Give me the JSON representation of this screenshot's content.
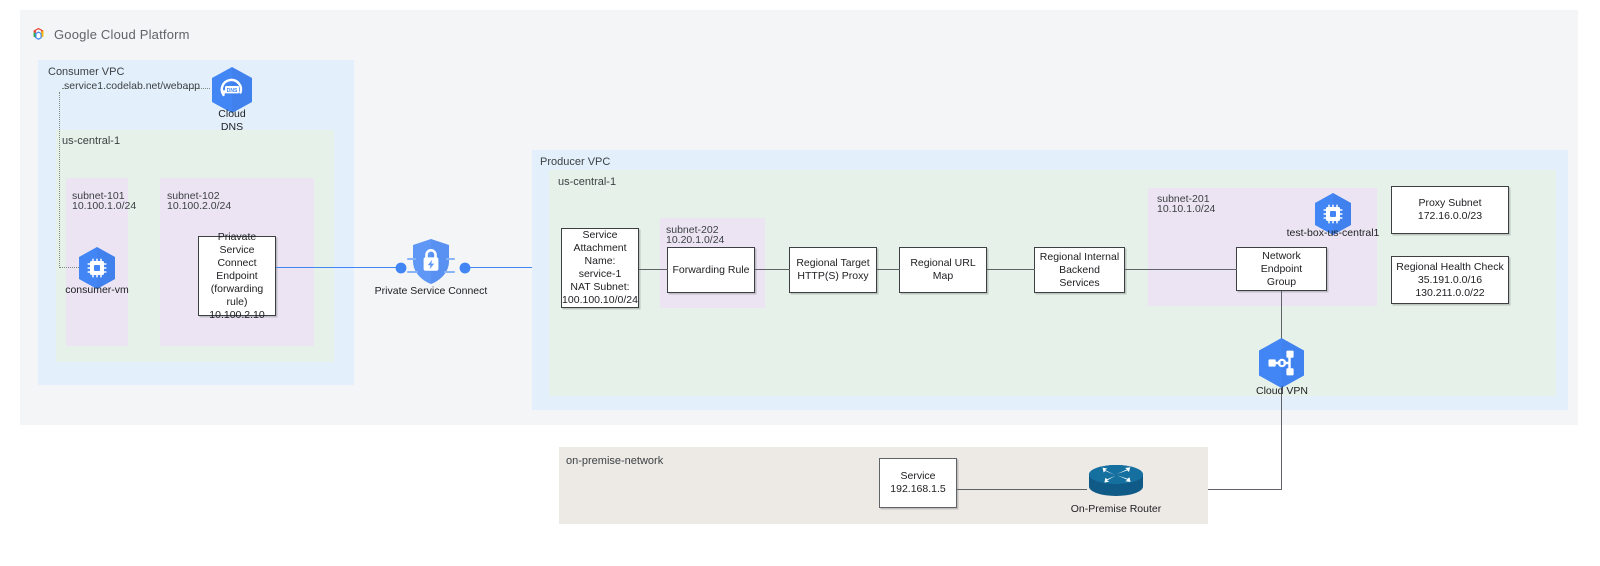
{
  "brand": {
    "logo_text": "Google Cloud Platform",
    "logo_icon": "google-cloud-logo-icon"
  },
  "colors": {
    "canvas": "#f4f5f6",
    "vpc": "#e3f0fb",
    "region": "#e6f1e9",
    "subnet": "#ece4f3",
    "onprem": "#edeae6",
    "google_blue": "#4285f4",
    "psc_blue": "#5e97f6",
    "router_blue": "#0f6a9e",
    "line": "#5f6368",
    "dotted": "#7a8b7c"
  },
  "consumer": {
    "vpc_label": "Consumer VPC",
    "region_label": "us-central-1",
    "dns_record": "service1.codelab.net/webapp",
    "cloud_dns": {
      "label_line1": "Cloud",
      "label_line2": "DNS",
      "icon": "cloud-dns-icon"
    },
    "subnet_101": {
      "name": "subnet-101",
      "cidr": "10.100.1.0/24"
    },
    "subnet_102": {
      "name": "subnet-102",
      "cidr": "10.100.2.0/24"
    },
    "consumer_vm": {
      "label": "consumer-vm",
      "icon": "compute-vm-icon"
    },
    "psc_endpoint": {
      "line1": "Priavate Service",
      "line2": "Connect Endpoint",
      "line3": "(forwarding rule)",
      "line4": "10.100.2.10"
    }
  },
  "psc": {
    "label": "Private Service Connect",
    "icon": "private-service-connect-icon"
  },
  "producer": {
    "vpc_label": "Producer VPC",
    "region_label": "us-central-1",
    "service_attachment": {
      "line1": "Service",
      "line2": "Attachment",
      "line3": "Name: service-1",
      "line4": "NAT Subnet:",
      "line5": "100.100.10/0/24"
    },
    "subnet_202": {
      "name": "subnet-202",
      "cidr": "10.20.1.0/24"
    },
    "forwarding_rule": {
      "label": "Forwarding Rule"
    },
    "target_proxy": {
      "line1": "Regional Target",
      "line2": "HTTP(S) Proxy"
    },
    "url_map": {
      "label": "Regional URL Map"
    },
    "backend_services": {
      "line1": "Regional Internal",
      "line2": "Backend Services"
    },
    "subnet_201": {
      "name": "subnet-201",
      "cidr": "10.10.1.0/24"
    },
    "test_box": {
      "label": "test-box-us-central1",
      "icon": "compute-vm-icon"
    },
    "neg": {
      "line1": "Network Endpoint",
      "line2": "Group"
    },
    "proxy_subnet": {
      "line1": "Proxy Subnet",
      "line2": "172.16.0.0/23"
    },
    "health_check": {
      "line1": "Regional Health Check",
      "line2": "35.191.0.0/16",
      "line3": "130.211.0.0/22"
    }
  },
  "cloud_vpn": {
    "label": "Cloud VPN",
    "icon": "cloud-vpn-icon"
  },
  "onprem": {
    "network_label": "on-premise-network",
    "service": {
      "line1": "Service",
      "line2": "192.168.1.5"
    },
    "router": {
      "label": "On-Premise Router",
      "icon": "on-premise-router-icon"
    }
  }
}
